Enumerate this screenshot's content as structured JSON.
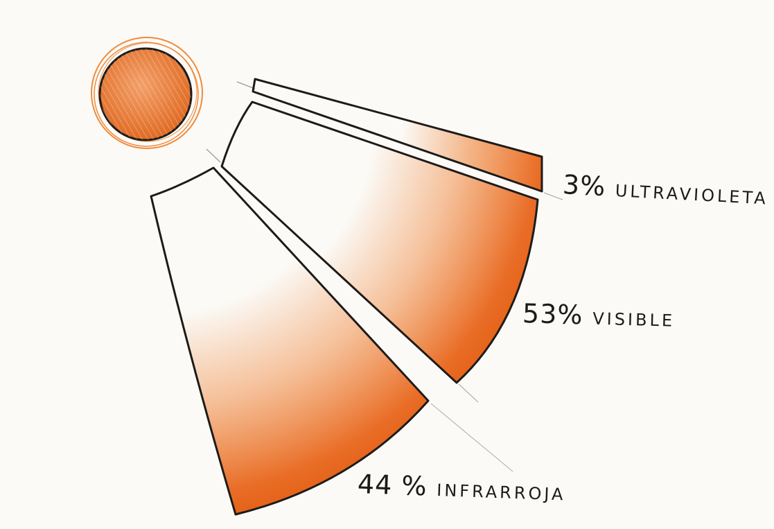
{
  "colors": {
    "paper": "#fbfaf6",
    "ink": "#1d1b19",
    "sun_fill": "#e97b35",
    "sun_halo": "#f08a3c",
    "band_shading": "#ee7a2a"
  },
  "sun": {
    "icon": "sun-icon"
  },
  "bands": [
    {
      "id": "ultraviolet",
      "percent": "3%",
      "name": "ULTRAVIOLETA"
    },
    {
      "id": "visible",
      "percent": "53%",
      "name": "VISIBLE"
    },
    {
      "id": "infrared",
      "percent": "44 %",
      "name": "INFRARROJA"
    }
  ]
}
